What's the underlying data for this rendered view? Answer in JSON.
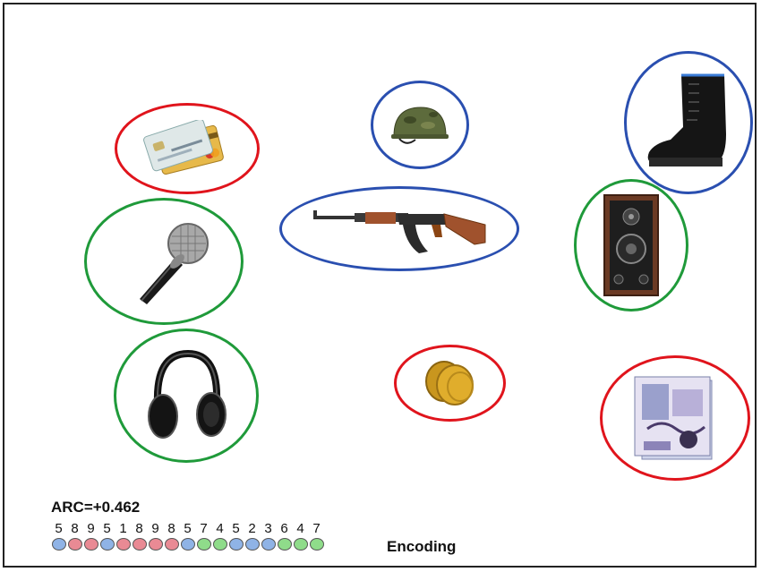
{
  "colors": {
    "affective_red": "#e0141c",
    "neutral_blue": "#2a4fb0",
    "positive_green": "#1f9a3a"
  },
  "items": [
    {
      "id": "credit-cards",
      "icon": "credit-card-icon",
      "ring": "red"
    },
    {
      "id": "helmet",
      "icon": "helmet-icon",
      "ring": "blue"
    },
    {
      "id": "boot",
      "icon": "boot-icon",
      "ring": "blue"
    },
    {
      "id": "microphone",
      "icon": "microphone-icon",
      "ring": "green"
    },
    {
      "id": "rifle",
      "icon": "rifle-icon",
      "ring": "blue"
    },
    {
      "id": "speaker",
      "icon": "speaker-icon",
      "ring": "green"
    },
    {
      "id": "headphones",
      "icon": "headphones-icon",
      "ring": "green"
    },
    {
      "id": "coins",
      "icon": "coins-icon",
      "ring": "red"
    },
    {
      "id": "banknotes",
      "icon": "banknote-icon",
      "ring": "red"
    }
  ],
  "arc_label": "ARC=+0.462",
  "encoding_label": "Encoding",
  "encoding": [
    {
      "n": "5",
      "c": "blue"
    },
    {
      "n": "8",
      "c": "red"
    },
    {
      "n": "9",
      "c": "red"
    },
    {
      "n": "5",
      "c": "blue"
    },
    {
      "n": "1",
      "c": "red"
    },
    {
      "n": "8",
      "c": "red"
    },
    {
      "n": "9",
      "c": "red"
    },
    {
      "n": "8",
      "c": "red"
    },
    {
      "n": "5",
      "c": "blue"
    },
    {
      "n": "7",
      "c": "green"
    },
    {
      "n": "4",
      "c": "green"
    },
    {
      "n": "5",
      "c": "blue"
    },
    {
      "n": "2",
      "c": "blue"
    },
    {
      "n": "3",
      "c": "blue"
    },
    {
      "n": "6",
      "c": "green"
    },
    {
      "n": "4",
      "c": "green"
    },
    {
      "n": "7",
      "c": "green"
    }
  ]
}
